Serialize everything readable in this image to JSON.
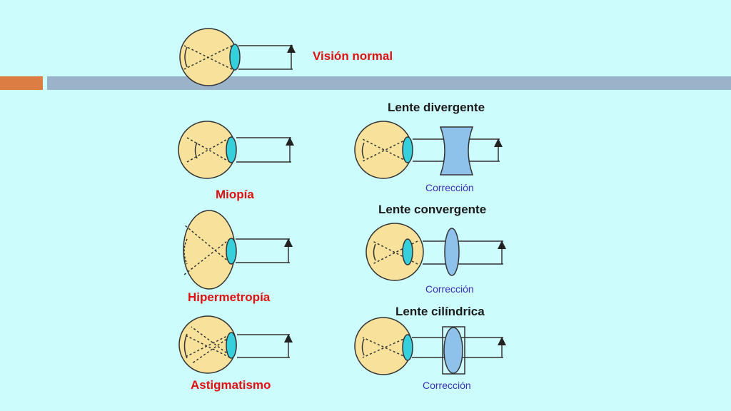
{
  "labels": {
    "normal": "Visión normal",
    "myopia": "Miopía",
    "hyperopia": "Hipermetropía",
    "astigmatism": "Astigmatismo",
    "diverging_lens": "Lente divergente",
    "converging_lens": "Lente convergente",
    "cylindrical_lens": "Lente cilíndrica",
    "correction_1": "Corrección",
    "correction_2": "Corrección",
    "correction_3": "Corrección"
  },
  "colors": {
    "background": "#ccfcfc",
    "eyeball": "#f8e29b",
    "lens": "#35d0dc",
    "corrective_lens": "#8ec2ea",
    "accent_orange": "#dc7d43",
    "accent_blue": "#9bb3c8",
    "condition_label": "#e01010",
    "correction_label": "#3a2fc0"
  }
}
